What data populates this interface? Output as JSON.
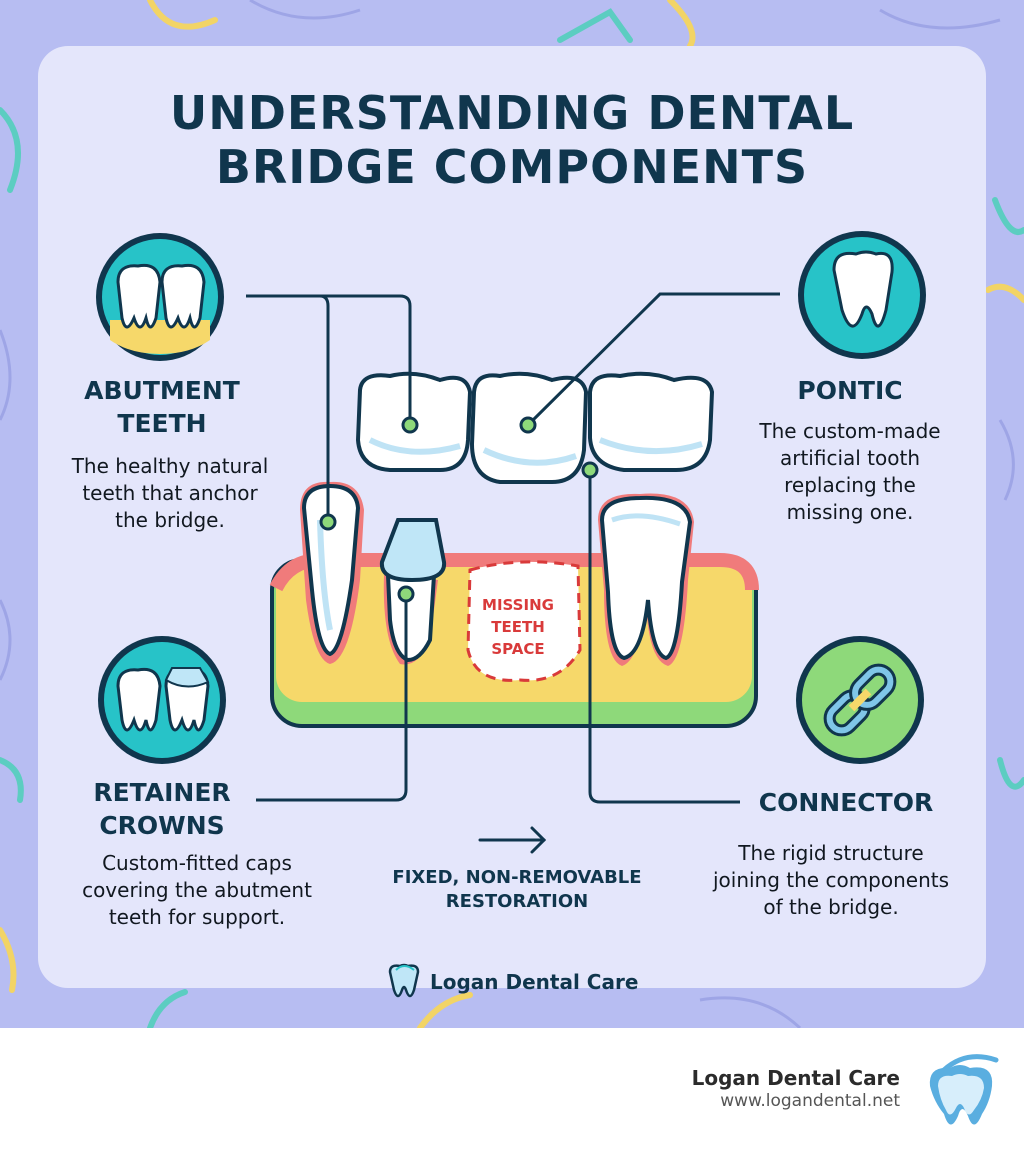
{
  "title": {
    "line1": "UNDERSTANDING DENTAL",
    "line2": "BRIDGE COMPONENTS"
  },
  "components": {
    "abutment": {
      "heading1": "ABUTMENT",
      "heading2": "TEETH",
      "desc": [
        "The healthy natural",
        "teeth that anchor",
        "the bridge."
      ]
    },
    "pontic": {
      "heading1": "PONTIC",
      "desc": [
        "The custom-made",
        "artificial tooth",
        "replacing the",
        "missing one."
      ]
    },
    "retainer": {
      "heading1": "RETAINER",
      "heading2": "CROWNS",
      "desc": [
        "Custom-fitted caps",
        "covering the abutment",
        "teeth for support."
      ]
    },
    "connector": {
      "heading1": "CONNECTOR",
      "desc": [
        "The rigid structure",
        "joining the components",
        "of the bridge."
      ]
    }
  },
  "diagram": {
    "missing": [
      "MISSING",
      "TEETH",
      "SPACE"
    ],
    "fixed": [
      "FIXED, NON-REMOVABLE",
      "RESTORATION"
    ]
  },
  "brand": {
    "center": "Logan Dental Care",
    "footer_name": "Logan Dental Care",
    "footer_url": "www.logandental.net"
  },
  "icons": [
    "abutment-teeth-icon",
    "single-tooth-icon",
    "crowns-icon",
    "chain-link-icon",
    "tooth-logo-icon",
    "arrow-right-icon"
  ],
  "colors": {
    "background": "#b7bdf2",
    "card": "#e4e6fb",
    "navy": "#10364d",
    "teal": "#27c3c8",
    "gum_pink": "#f07b7b",
    "bone_yellow": "#f6d86a",
    "green": "#8ed97a",
    "missing_red": "#d93a3a"
  }
}
